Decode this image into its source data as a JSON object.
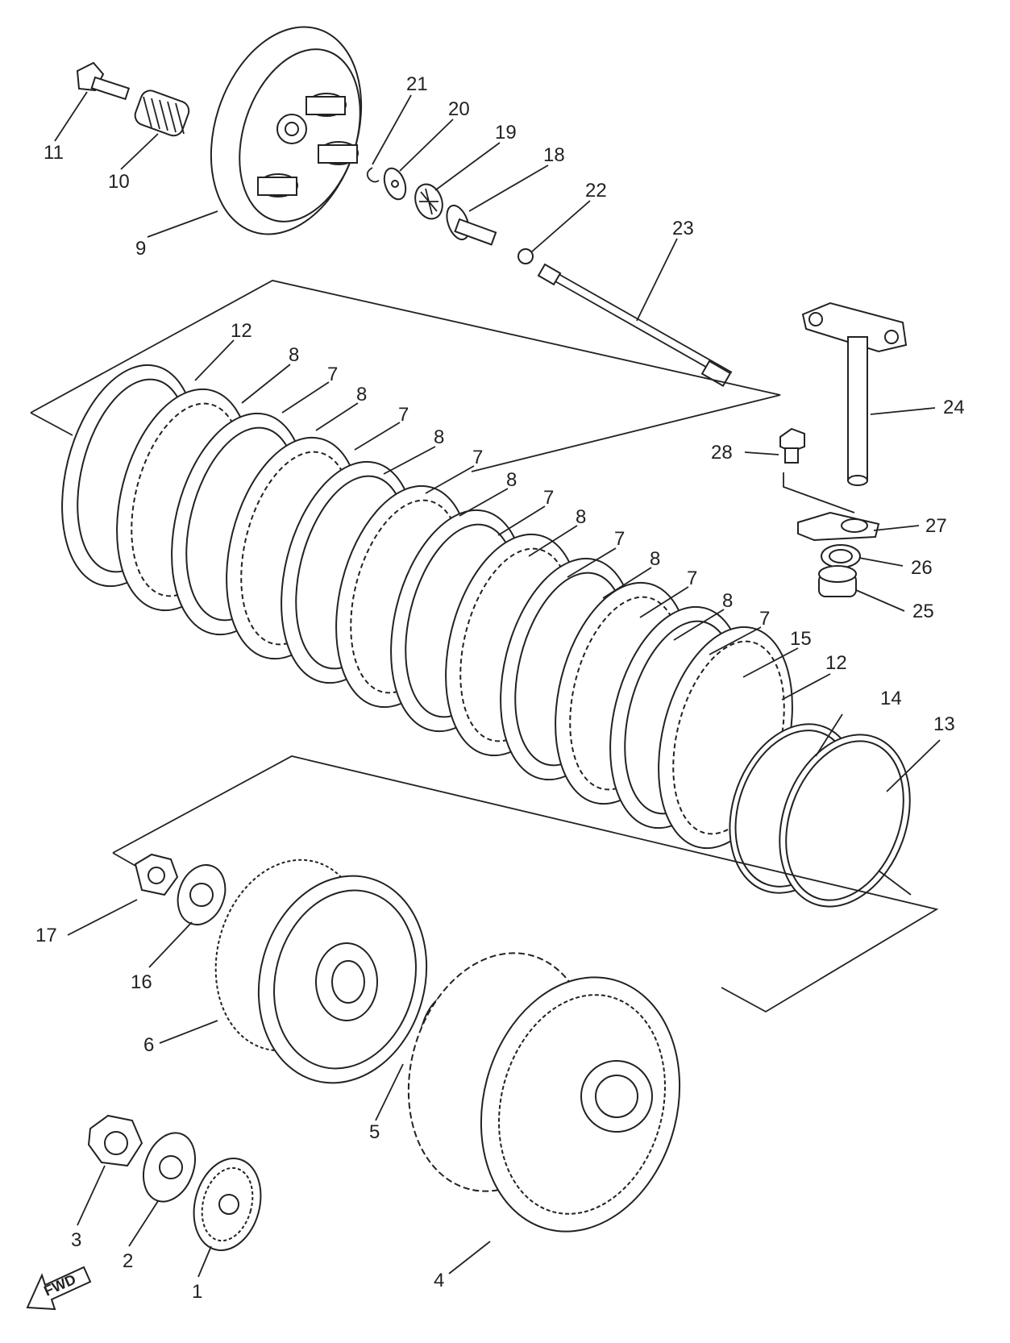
{
  "parts": [
    {
      "id": "1",
      "label": "1"
    },
    {
      "id": "2",
      "label": "2"
    },
    {
      "id": "3",
      "label": "3"
    },
    {
      "id": "4",
      "label": "4"
    },
    {
      "id": "5",
      "label": "5"
    },
    {
      "id": "6",
      "label": "6"
    },
    {
      "id": "7",
      "label": "7"
    },
    {
      "id": "8",
      "label": "8"
    },
    {
      "id": "9",
      "label": "9"
    },
    {
      "id": "10",
      "label": "10"
    },
    {
      "id": "11",
      "label": "11"
    },
    {
      "id": "12",
      "label": "12"
    },
    {
      "id": "13",
      "label": "13"
    },
    {
      "id": "14",
      "label": "14"
    },
    {
      "id": "15",
      "label": "15"
    },
    {
      "id": "16",
      "label": "16"
    },
    {
      "id": "17",
      "label": "17"
    },
    {
      "id": "18",
      "label": "18"
    },
    {
      "id": "19",
      "label": "19"
    },
    {
      "id": "20",
      "label": "20"
    },
    {
      "id": "21",
      "label": "21"
    },
    {
      "id": "22",
      "label": "22"
    },
    {
      "id": "23",
      "label": "23"
    },
    {
      "id": "24",
      "label": "24"
    },
    {
      "id": "25",
      "label": "25"
    },
    {
      "id": "26",
      "label": "26"
    },
    {
      "id": "27",
      "label": "27"
    },
    {
      "id": "28",
      "label": "28"
    }
  ],
  "direction_marker": {
    "label": "FWD",
    "icon": "forward-arrow-icon"
  }
}
